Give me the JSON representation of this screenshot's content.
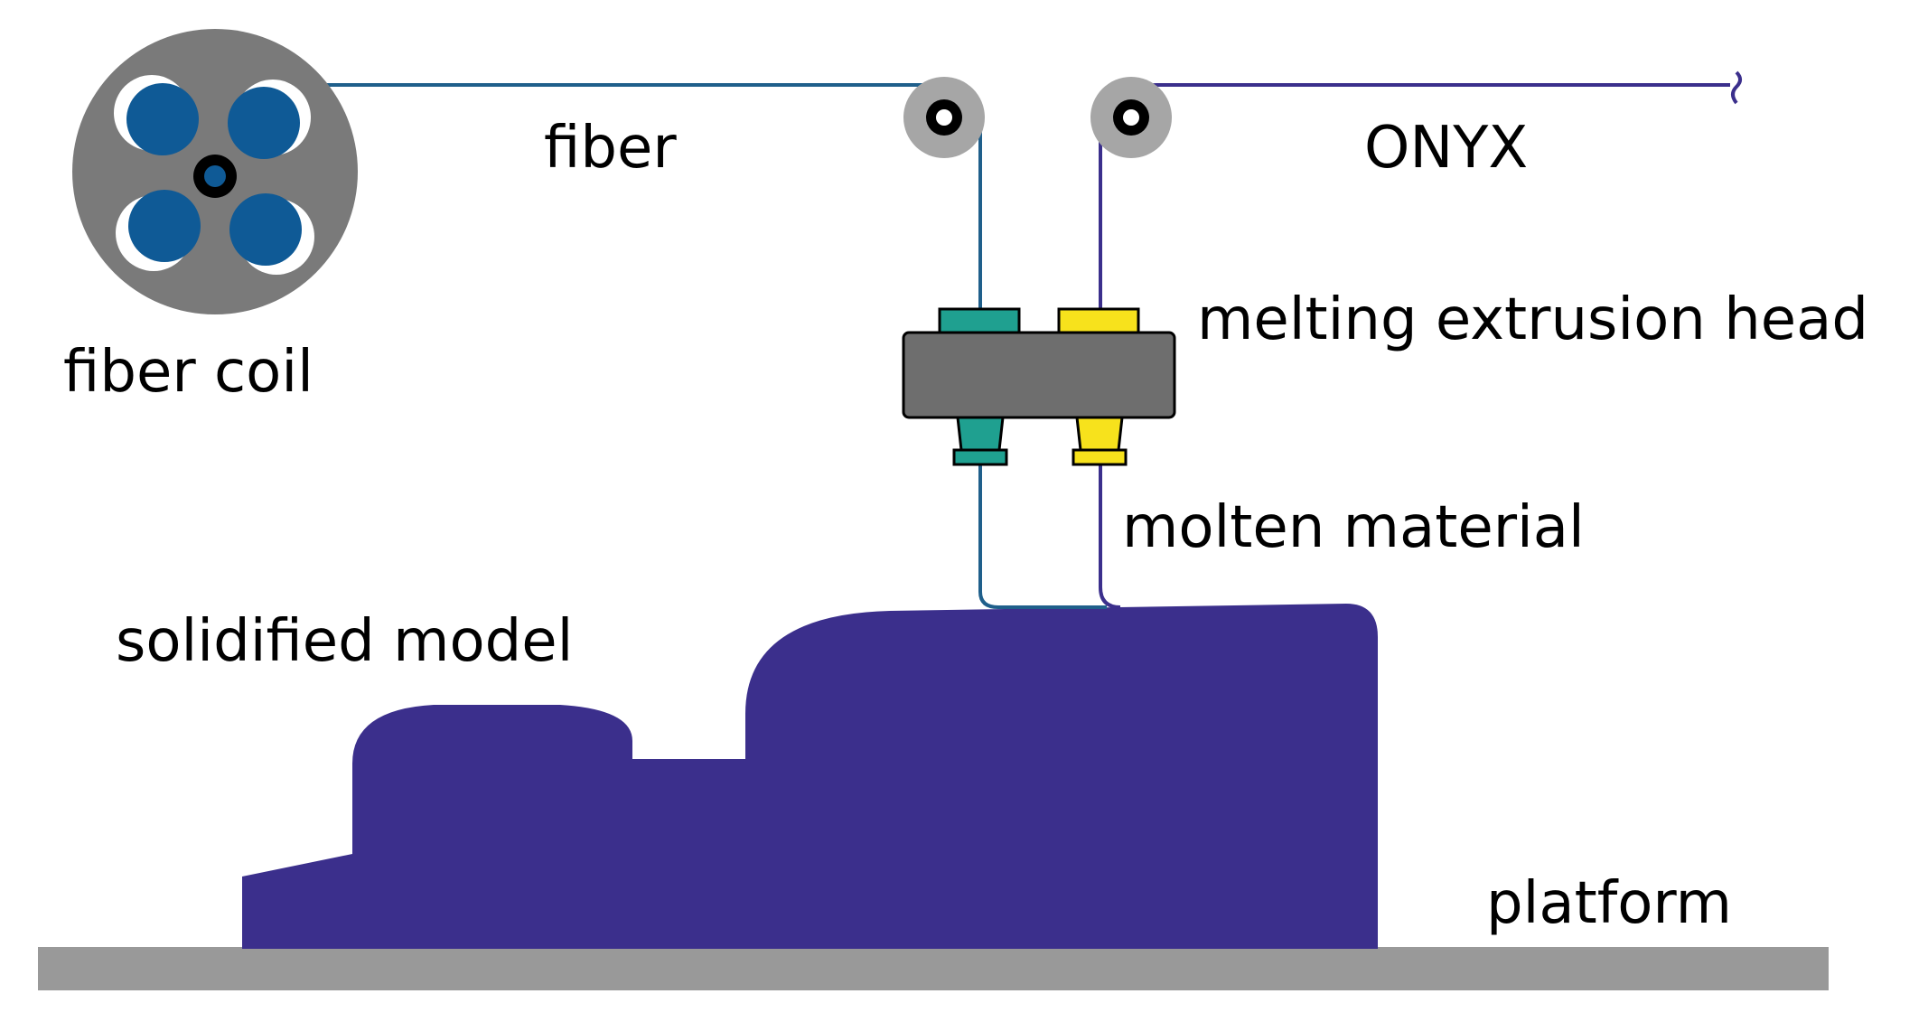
{
  "labels": {
    "fiber_coil": "fiber coil",
    "fiber": "fiber",
    "onyx": "ONYX",
    "melting_extrusion_head": "melting extrusion head",
    "molten_material": "molten material",
    "solidified_model": "solidified model",
    "platform": "platform"
  },
  "colors": {
    "model": "#3b2f8c",
    "platform": "#999999",
    "head_body": "#6e6e6e",
    "coil_body": "#7a7a7a",
    "coil_slots": "#0f5a96",
    "pulley": "#a6a6a6",
    "fiber_line": "#1f5f8b",
    "onyx_line": "#3b2f8c",
    "fiber_nozzle": "#1fa090",
    "onyx_nozzle": "#f7e21c"
  }
}
